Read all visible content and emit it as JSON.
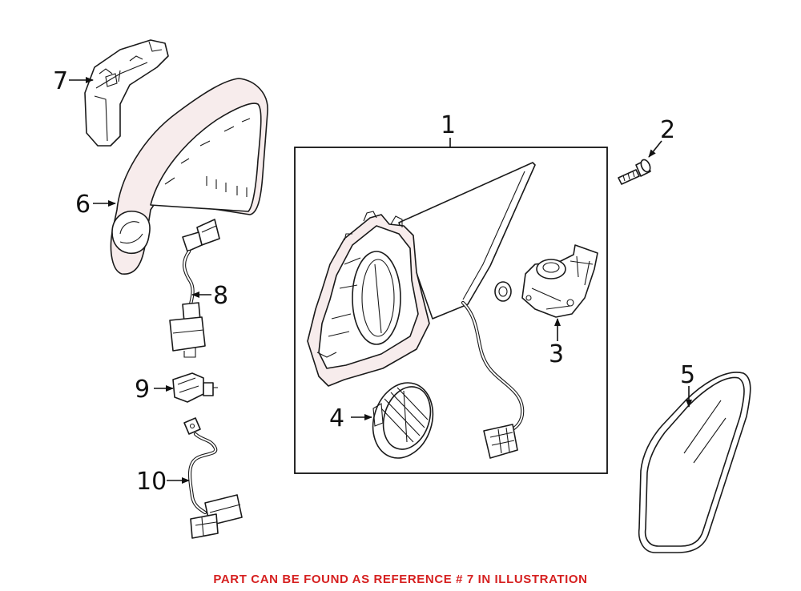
{
  "diagram": {
    "callouts": [
      "1",
      "2",
      "3",
      "4",
      "5",
      "6",
      "7",
      "8",
      "9",
      "10"
    ]
  },
  "footer": {
    "note": "PART CAN BE FOUND AS REFERENCE # 7 IN ILLUSTRATION"
  },
  "colors": {
    "note_text": "#d62020",
    "part_tint": "#f7ecec",
    "line": "#1a1a1a"
  }
}
